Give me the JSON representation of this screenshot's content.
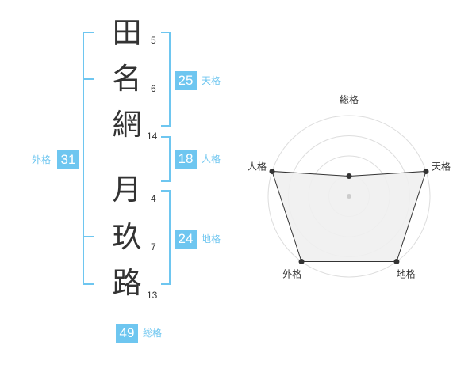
{
  "surname": [
    {
      "char": "田",
      "strokes": "5"
    },
    {
      "char": "名",
      "strokes": "6"
    },
    {
      "char": "網",
      "strokes": "14"
    }
  ],
  "given_name": [
    {
      "char": "月",
      "strokes": "4"
    },
    {
      "char": "玖",
      "strokes": "7"
    },
    {
      "char": "路",
      "strokes": "13"
    }
  ],
  "kakusu": {
    "tenkaku": {
      "value": "25",
      "label": "天格"
    },
    "jinkaku": {
      "value": "18",
      "label": "人格"
    },
    "chikaku": {
      "value": "24",
      "label": "地格"
    },
    "gaikaku": {
      "value": "31",
      "label": "外格"
    },
    "soukaku": {
      "value": "49",
      "label": "総格"
    }
  },
  "colors": {
    "accent": "#6ec6f0",
    "text": "#333333",
    "radar_fill": "#f0f0f0",
    "ring": "#dddddd"
  },
  "chart_data": {
    "type": "radar",
    "axes": [
      "総格",
      "天格",
      "地格",
      "外格",
      "人格"
    ],
    "levels": 4,
    "max": 4,
    "values": [
      1,
      4,
      4,
      4,
      4
    ]
  }
}
